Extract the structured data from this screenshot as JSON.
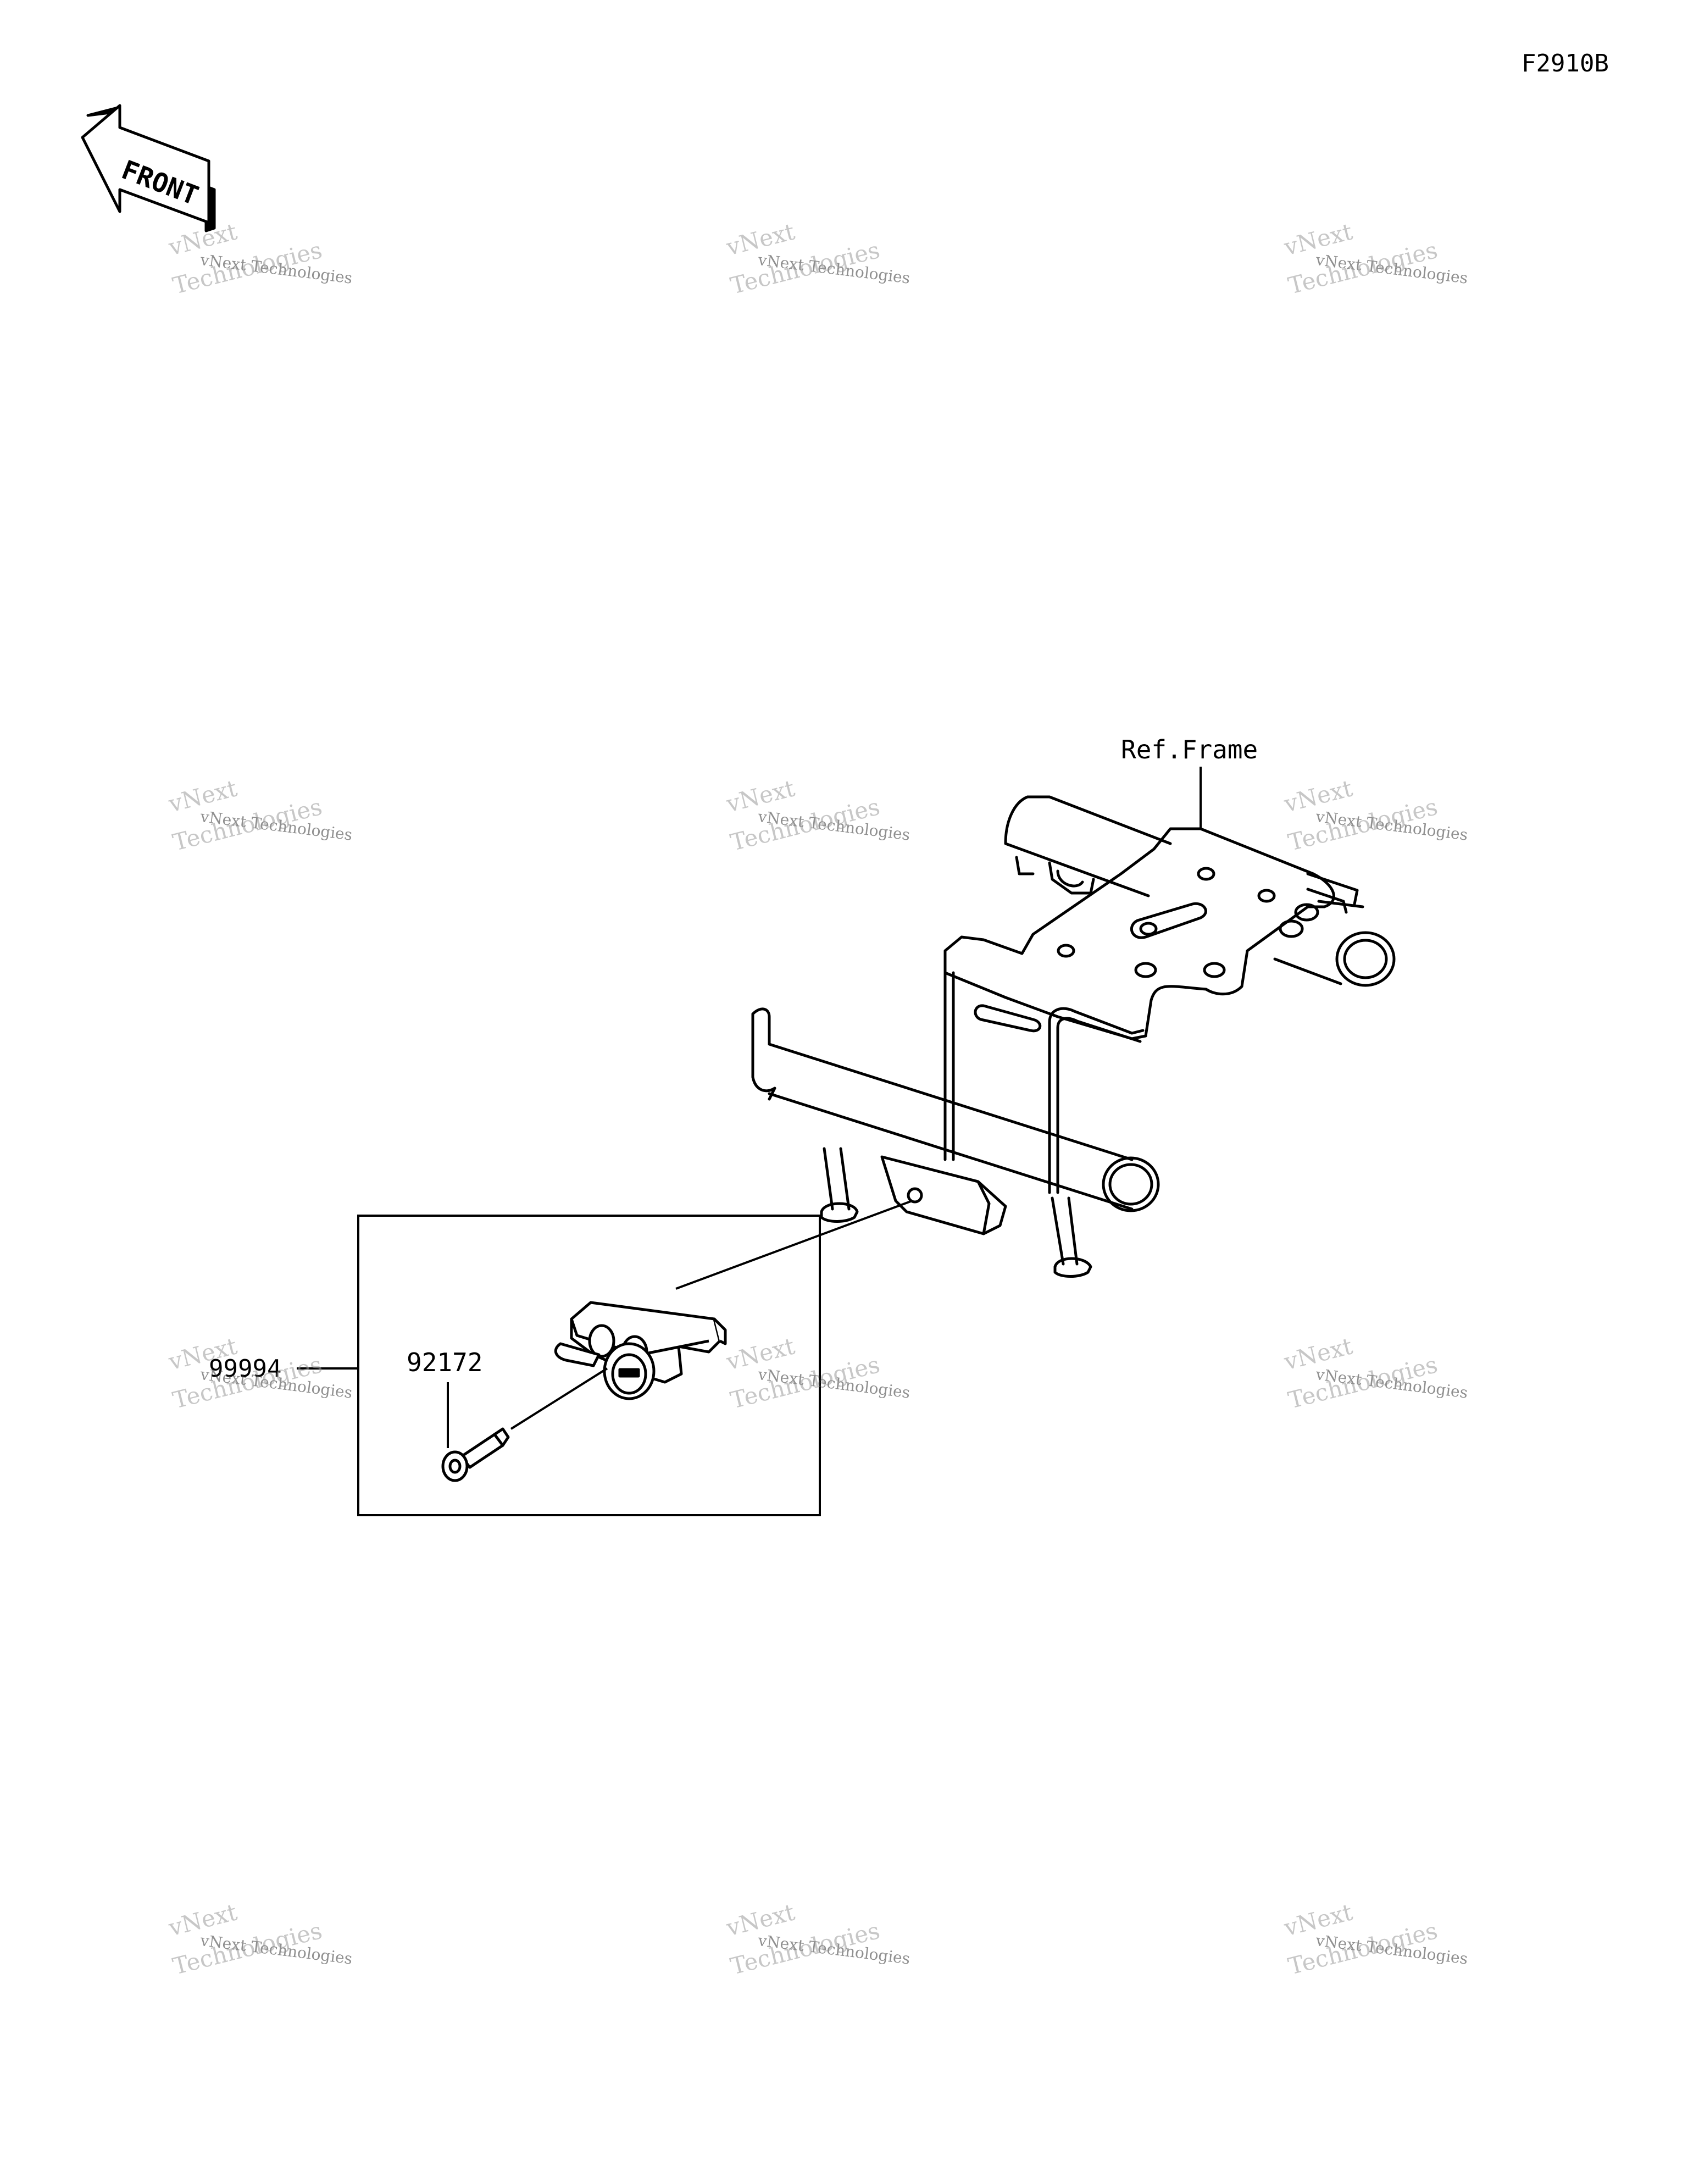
{
  "figure_code": "F2910B",
  "front_arrow_label": "FRONT",
  "labels": {
    "ref_frame": "Ref.Frame",
    "part_99994": "99994",
    "part_92172": "92172"
  },
  "watermark": {
    "line_small": "vNext Technologies",
    "line_big_top": "vNext",
    "line_big_bottom": "Technologies"
  },
  "colors": {
    "line": "#000000",
    "background": "#ffffff",
    "watermark": "#9a9a9a"
  }
}
